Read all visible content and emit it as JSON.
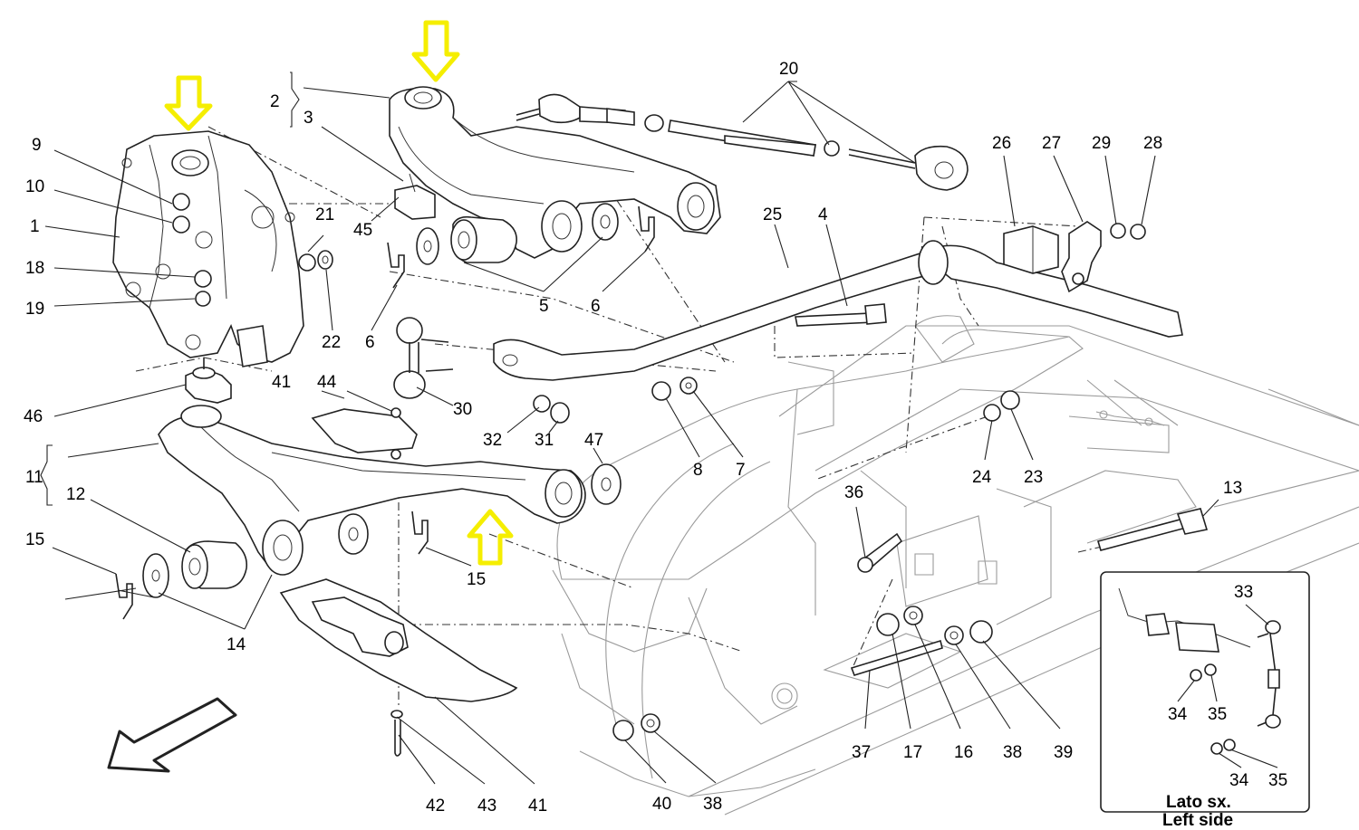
{
  "colors": {
    "highlight_arrow": "#f5ee00",
    "line": "#222222",
    "background": "#ffffff"
  },
  "highlights": [
    "yellow-arrow-knuckle-top",
    "yellow-arrow-upper-arm-bushing",
    "yellow-arrow-lower-arm"
  ],
  "callouts": [
    "1",
    "2",
    "3",
    "4",
    "5",
    "6",
    "7",
    "8",
    "9",
    "10",
    "11",
    "12",
    "13",
    "14",
    "15",
    "16",
    "17",
    "18",
    "19",
    "20",
    "21",
    "22",
    "23",
    "24",
    "25",
    "26",
    "27",
    "28",
    "29",
    "30",
    "31",
    "32",
    "33",
    "34",
    "35",
    "36",
    "37",
    "38",
    "39",
    "40",
    "41",
    "42",
    "43",
    "44",
    "45",
    "46",
    "47"
  ],
  "inset": {
    "title_line1": "Lato sx.",
    "title_line2": "Left side"
  }
}
